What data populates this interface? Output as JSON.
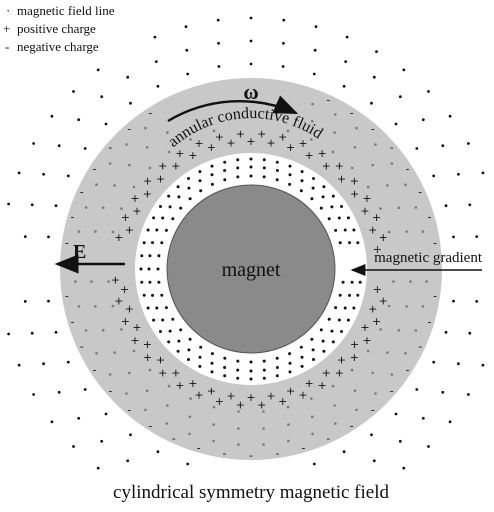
{
  "legend": [
    {
      "symbol": "·",
      "text": "magnetic field line"
    },
    {
      "symbol": "+",
      "text": "positive charge"
    },
    {
      "symbol": "-",
      "text": "negative charge"
    }
  ],
  "labels": {
    "omega": "ω",
    "fluid": "annular conductive fluid",
    "magnet": "magnet",
    "gradient": "magnetic gradient",
    "efield": "E",
    "caption": "cylindrical symmetry magnetic field"
  },
  "colors": {
    "fluid": "#c8c8c8",
    "magnet": "#8a8a8a",
    "ink": "#111111",
    "fluid_dots": "#7a7a7a"
  }
}
